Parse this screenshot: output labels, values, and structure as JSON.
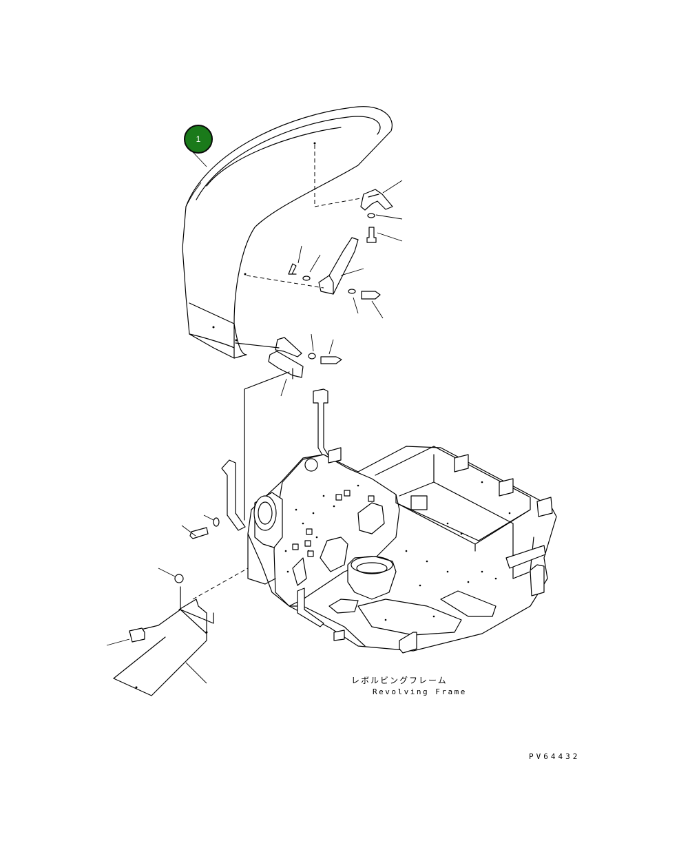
{
  "callouts": [
    {
      "label": "1",
      "color": "#1a7a1a"
    }
  ],
  "labels": {
    "frame_japanese": "レボルビングフレーム",
    "frame_english": "Revolving Frame",
    "drawing_number": "PV64432"
  }
}
